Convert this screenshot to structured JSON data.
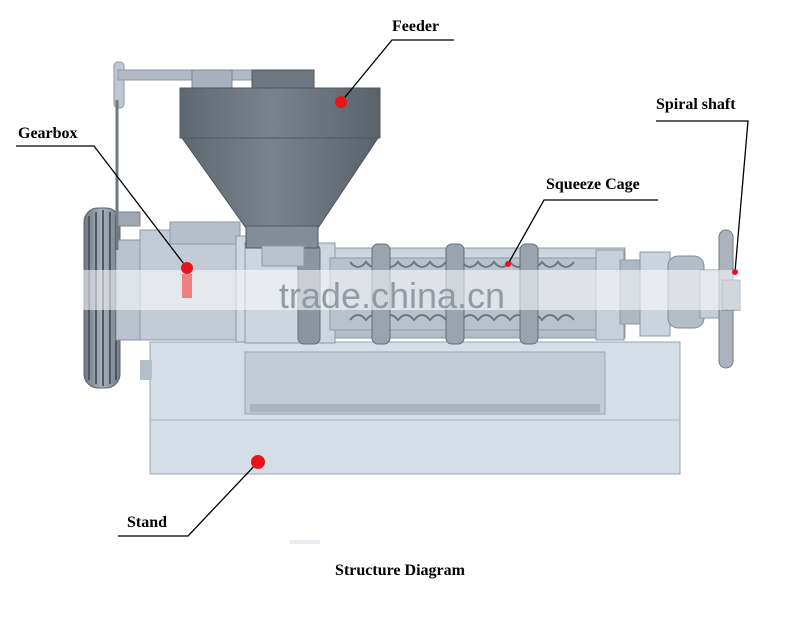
{
  "caption": "Structure Diagram",
  "watermark": "trade.china.cn",
  "labels": {
    "feeder": "Feeder",
    "gearbox": "Gearbox",
    "spiral_shaft": "Spiral shaft",
    "squeeze_cage": "Squeeze Cage",
    "stand": "Stand"
  },
  "colors": {
    "machine_light": "#d3dbe4",
    "machine_mid": "#b7c1cd",
    "machine_dark": "#79838f",
    "hopper": "#6a737d",
    "marker": "#e8141c",
    "leader": "#000000"
  }
}
